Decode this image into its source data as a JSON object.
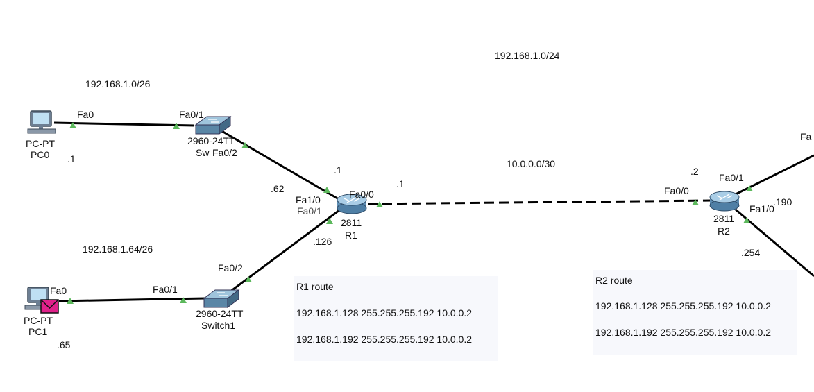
{
  "canvas": {
    "background": "#ffffff",
    "link_color": "#000000",
    "port_marker_color": "#5cb85c",
    "note_background": "#f7f8fc",
    "serial_link_style": "dashed"
  },
  "network_labels": {
    "lan1": "192.168.1.0/26",
    "lan2": "192.168.1.64/26",
    "overall": "192.168.1.0/24",
    "wan": "10.0.0.0/30"
  },
  "devices": {
    "pc0": {
      "type": "PC-PT",
      "name": "PC0",
      "port": "Fa0",
      "ip_suffix": ".1",
      "icon": "pc-icon"
    },
    "pc1": {
      "type": "PC-PT",
      "name": "PC1",
      "port": "Fa0",
      "ip_suffix": ".65",
      "icon": "pc-icon",
      "badge_icon": "envelope-icon",
      "badge_color": "#e0218a"
    },
    "switch0": {
      "model": "2960-24TT",
      "name": "Sw",
      "port_in": "Fa0/1",
      "port_out": "Fa0/2",
      "icon": "switch-icon"
    },
    "switch1": {
      "model": "2960-24TT",
      "name": "Switch1",
      "port_in": "Fa0/1",
      "port_out": "Fa0/2",
      "icon": "switch-icon"
    },
    "r1": {
      "model": "2811",
      "name": "R1",
      "icon": "router-icon",
      "port_lan1": "Fa1/0",
      "port_lan2": "Fa0/1",
      "port_wan": "Fa0/0",
      "ip_lan1": ".1",
      "ip_lan1_gw": ".62",
      "ip_lan2": ".126",
      "ip_wan": ".1"
    },
    "r2": {
      "model": "2811",
      "name": "R2",
      "icon": "router-icon",
      "port_wan": "Fa0/0",
      "port_up": "Fa0/1",
      "port_down": "Fa1/0",
      "ip_wan": ".2",
      "ip_up": ".190",
      "ip_down": ".254",
      "edge_port": "Fa"
    }
  },
  "notes": {
    "r1": {
      "title": "R1 route",
      "routes": [
        "192.168.1.128 255.255.255.192 10.0.0.2",
        "192.168.1.192 255.255.255.192 10.0.0.2"
      ]
    },
    "r2": {
      "title": "R2 route",
      "routes": [
        "192.168.1.128 255.255.255.192 10.0.0.2",
        "192.168.1.192 255.255.255.192 10.0.0.2"
      ]
    }
  }
}
